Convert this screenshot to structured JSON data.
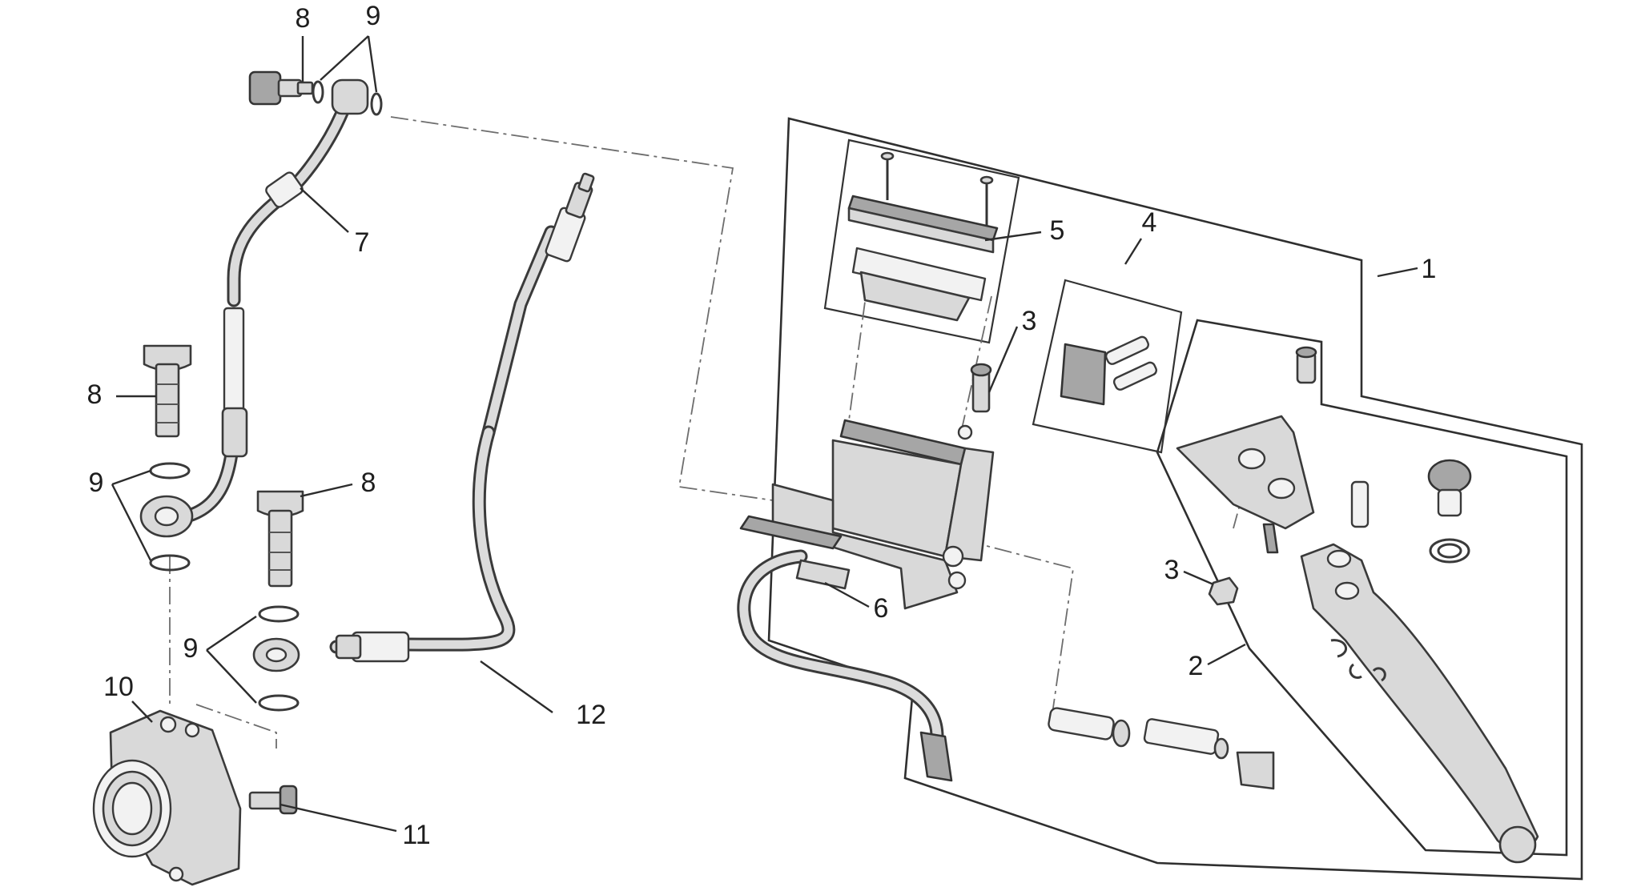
{
  "callouts": [
    {
      "id": "c1",
      "label": "1"
    },
    {
      "id": "c2",
      "label": "2"
    },
    {
      "id": "c3a",
      "label": "3"
    },
    {
      "id": "c3b",
      "label": "3"
    },
    {
      "id": "c4",
      "label": "4"
    },
    {
      "id": "c5",
      "label": "5"
    },
    {
      "id": "c6",
      "label": "6"
    },
    {
      "id": "c7",
      "label": "7"
    },
    {
      "id": "c8a",
      "label": "8"
    },
    {
      "id": "c8b",
      "label": "8"
    },
    {
      "id": "c8c",
      "label": "8"
    },
    {
      "id": "c9a",
      "label": "9"
    },
    {
      "id": "c9b",
      "label": "9"
    },
    {
      "id": "c9c",
      "label": "9"
    },
    {
      "id": "c10",
      "label": "10"
    },
    {
      "id": "c11",
      "label": "11"
    },
    {
      "id": "c12",
      "label": "12"
    }
  ]
}
